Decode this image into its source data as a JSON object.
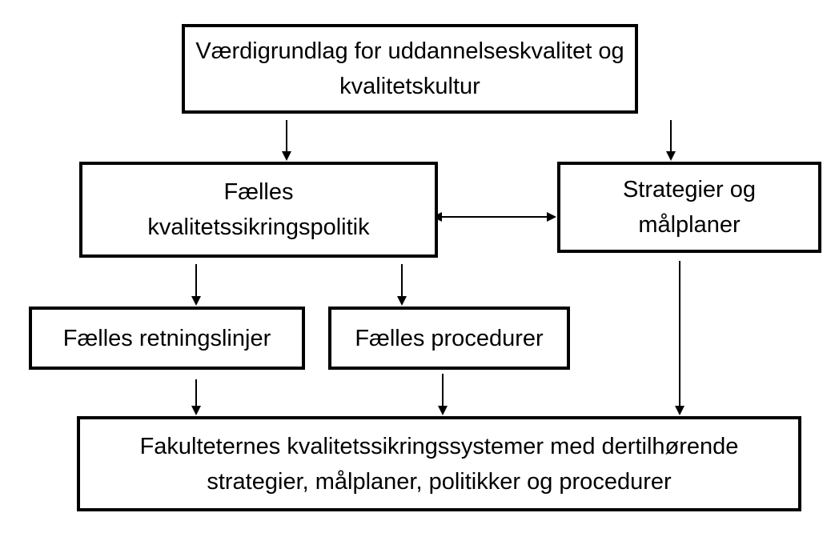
{
  "diagram": {
    "nodes": [
      {
        "id": "value-basis",
        "label": "Værdigrundlag for uddannelseskvalitet og\nkvalitetskultur"
      },
      {
        "id": "common-policy",
        "label": "Fælles\nkvalitetssikringspolitik"
      },
      {
        "id": "strategies",
        "label": "Strategier og\nmålplaner"
      },
      {
        "id": "common-guidelines",
        "label": "Fælles retningslinjer"
      },
      {
        "id": "common-procedures",
        "label": "Fælles procedurer"
      },
      {
        "id": "faculty-systems",
        "label": "Fakulteternes kvalitetssikringssystemer med dertilhørende\nstrategier, målplaner, politikker og procedurer"
      }
    ],
    "edges": [
      {
        "from": "value-basis",
        "to": "common-policy",
        "direction": "one-way"
      },
      {
        "from": "value-basis",
        "to": "strategies",
        "direction": "one-way"
      },
      {
        "from": "common-policy",
        "to": "strategies",
        "direction": "two-way"
      },
      {
        "from": "common-policy",
        "to": "common-guidelines",
        "direction": "one-way"
      },
      {
        "from": "common-policy",
        "to": "common-procedures",
        "direction": "one-way"
      },
      {
        "from": "common-guidelines",
        "to": "faculty-systems",
        "direction": "one-way"
      },
      {
        "from": "common-procedures",
        "to": "faculty-systems",
        "direction": "one-way"
      },
      {
        "from": "strategies",
        "to": "faculty-systems",
        "direction": "one-way"
      }
    ]
  }
}
